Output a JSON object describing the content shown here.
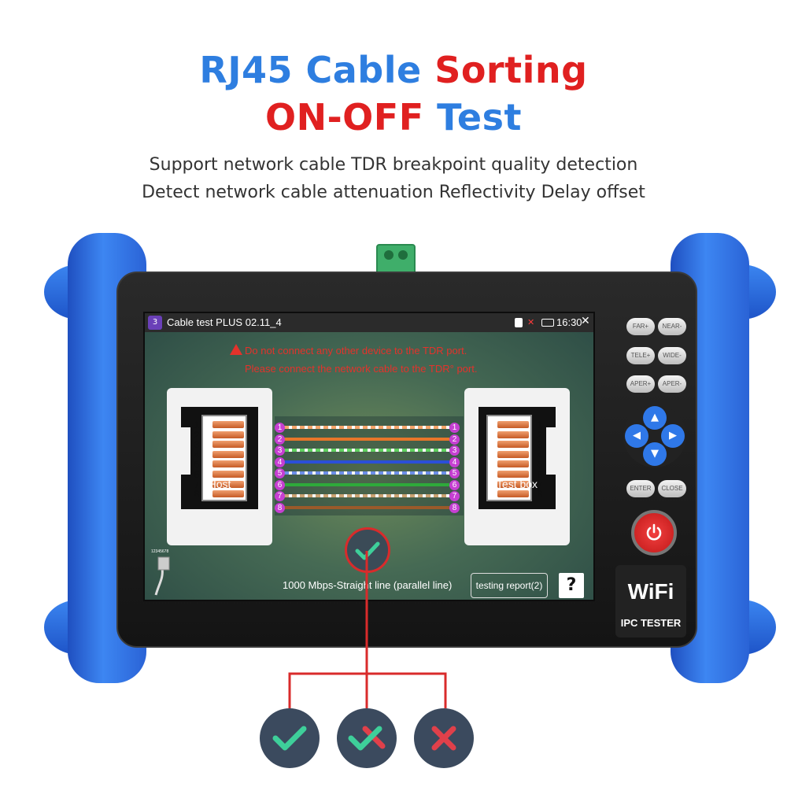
{
  "headline": {
    "line1_blue": "RJ45 Cable ",
    "line1_red": "Sorting",
    "line2_red": "ON-OFF ",
    "line2_blue": "Test"
  },
  "subheadline": {
    "line1": "Support network cable TDR breakpoint quality detection",
    "line2": "Detect network cable attenuation Reflectivity Delay offset"
  },
  "colors": {
    "headline_blue": "#2e7ee0",
    "headline_red": "#e02020",
    "bumper_blue": "#2f6fe0",
    "pin_copper": "#d9703b",
    "verdict_ring": "#d92b2b",
    "check_green": "#3ecf9a",
    "fail_red": "#e0404a"
  },
  "screen": {
    "status_bar": {
      "app_icon": "cable-test-app-icon",
      "app_title": "Cable test PLUS 02.11_4",
      "icons": [
        "sd-card-icon",
        "wifi-off-icon",
        "battery-icon"
      ],
      "clock": "16:30",
      "close_icon": "close-icon"
    },
    "warning": {
      "icon": "warning-triangle-icon",
      "line1": "Do not connect any other device to the TDR port.",
      "line2": "Please connect the network cable to the TDR° port."
    },
    "host_port": {
      "label": "Host",
      "pins": [
        "1",
        "2",
        "3",
        "4",
        "5",
        "6",
        "7",
        "8"
      ]
    },
    "test_box_port": {
      "label": "Test box",
      "pins": [
        "1",
        "2",
        "3",
        "4",
        "5",
        "6",
        "7",
        "8"
      ]
    },
    "wires": [
      {
        "left": "1",
        "right": "1",
        "color": "#f4a46a",
        "dashed": true
      },
      {
        "left": "2",
        "right": "2",
        "color": "#e8762a",
        "dashed": false
      },
      {
        "left": "3",
        "right": "3",
        "color": "#5fd05f",
        "dashed": true
      },
      {
        "left": "4",
        "right": "4",
        "color": "#2b4fd8",
        "dashed": false
      },
      {
        "left": "5",
        "right": "5",
        "color": "#6c8ee8",
        "dashed": true
      },
      {
        "left": "6",
        "right": "6",
        "color": "#2eaa3a",
        "dashed": false
      },
      {
        "left": "7",
        "right": "7",
        "color": "#c9a272",
        "dashed": true
      },
      {
        "left": "8",
        "right": "8",
        "color": "#9a5a2a",
        "dashed": false
      }
    ],
    "verdict_icon": "check-icon",
    "result_text": "1000 Mbps-Straight line (parallel line)",
    "report_button": "testing report(2)",
    "help_button": "?",
    "cable_icon": "rj45-cable-icon",
    "cable_code": "12345678"
  },
  "hardware_keys": {
    "row1": [
      "FAR+",
      "NEAR-"
    ],
    "row2": [
      "TELE+",
      "WIDE-"
    ],
    "row3": [
      "APER+",
      "APER-"
    ],
    "enter": "ENTER",
    "close": "CLOSE",
    "power_icon": "power-icon"
  },
  "badge": {
    "wifi": "WiFi",
    "label": "IPC TESTER"
  },
  "legend": [
    "check-icon",
    "check-cross-icon",
    "cross-icon"
  ]
}
